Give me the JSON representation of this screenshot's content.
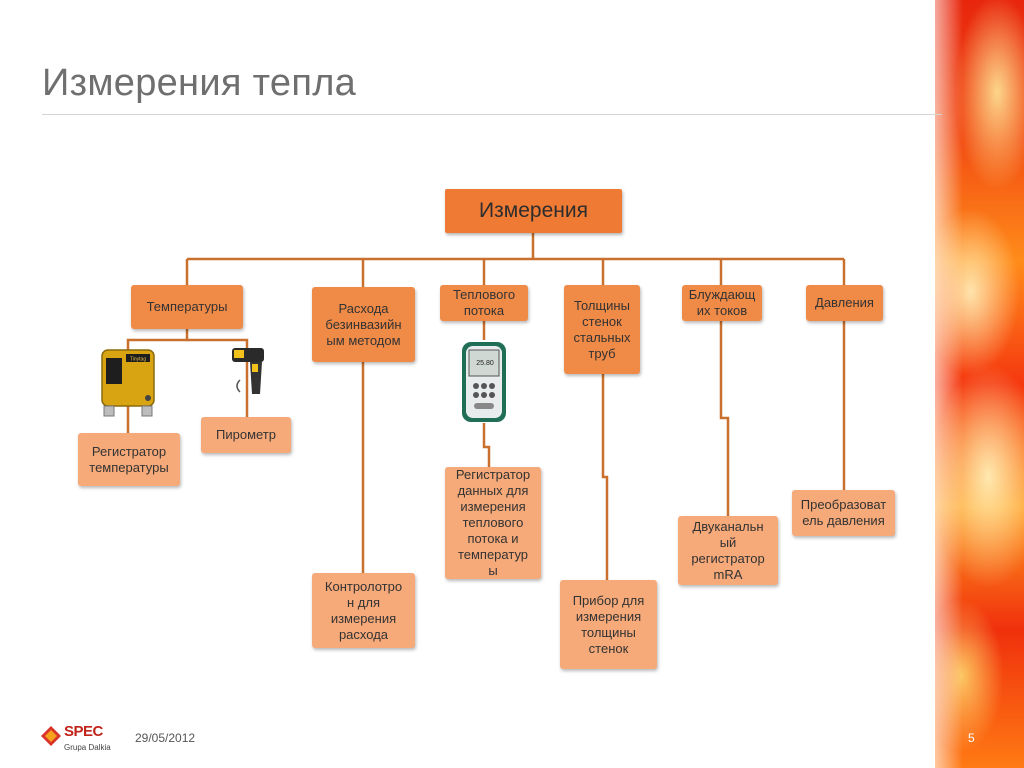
{
  "slide": {
    "title": "Измерения тепла",
    "date": "29/05/2012",
    "page_number": "5",
    "logo": {
      "name": "SPEC",
      "subtitle": "Grupa Dalkia"
    }
  },
  "diagram": {
    "root": "Измерения",
    "categories": [
      {
        "id": "temperature",
        "label": "Температуры"
      },
      {
        "id": "flow",
        "label": "Расхода\nбезинвазийн\nым методом"
      },
      {
        "id": "heatflux",
        "label": "Теплового\nпотока"
      },
      {
        "id": "thickness",
        "label": "Толщины\nстенок\nстальных\nтруб"
      },
      {
        "id": "stray",
        "label": "Блуждающ\nих токов"
      },
      {
        "id": "pressure",
        "label": "Давления"
      }
    ],
    "devices": [
      {
        "id": "temp-logger",
        "label": "Регистратор\nтемпературы"
      },
      {
        "id": "pyrometer",
        "label": "Пирометр"
      },
      {
        "id": "flow-controller",
        "label": "Контролотро\nн для\nизмерения\nрасхода"
      },
      {
        "id": "heatflux-logger",
        "label": "Регистратор\nданных  для\nизмерения\nтеплового\nпотока и\nтемператур\nы"
      },
      {
        "id": "thickness-gauge",
        "label": "Прибор для\nизмерения\nтолщины\nстенок"
      },
      {
        "id": "mra-logger",
        "label": "Двуканальн\nый\nрегистратор\nmRA"
      },
      {
        "id": "pressure-transducer",
        "label": "Преобразоват\nель давления"
      }
    ],
    "device_images": {
      "handheld_reading": "25.80",
      "logger_brand": "Tinytag"
    },
    "colors": {
      "root": "#ef7a33",
      "category": "#f08a47",
      "device": "#f6a979",
      "connector": "#c9702e"
    }
  }
}
